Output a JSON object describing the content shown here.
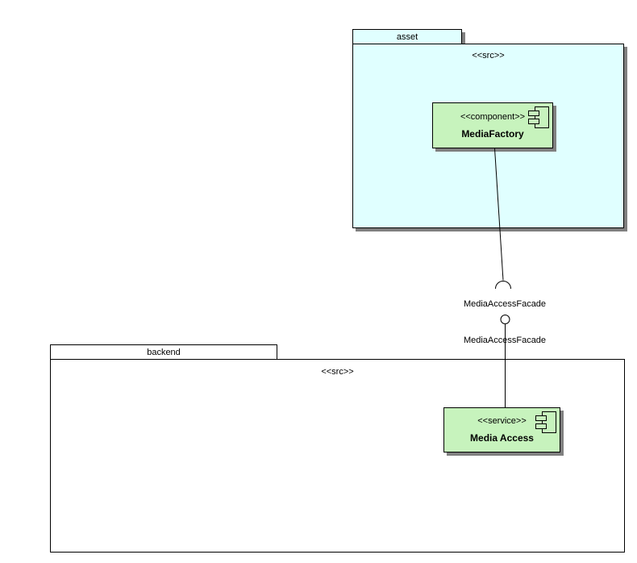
{
  "diagram": {
    "type": "uml-component-diagram",
    "colors": {
      "asset_package_fill": "#e0ffff",
      "backend_package_fill": "#ffffff",
      "component_fill": "#c7f3bd",
      "shadow": "#808080",
      "line": "#000000",
      "background": "#ffffff"
    },
    "asset_package": {
      "name": "asset",
      "stereotype": "<<src>>"
    },
    "backend_package": {
      "name": "backend",
      "stereotype": "<<src>>"
    },
    "media_factory": {
      "stereotype": "<<component>>",
      "name": "MediaFactory"
    },
    "media_access": {
      "stereotype": "<<service>>",
      "name": "Media Access"
    },
    "required_interface": {
      "notation": "socket",
      "label": "MediaAccessFacade"
    },
    "provided_interface": {
      "notation": "ball",
      "label": "MediaAccessFacade"
    }
  }
}
